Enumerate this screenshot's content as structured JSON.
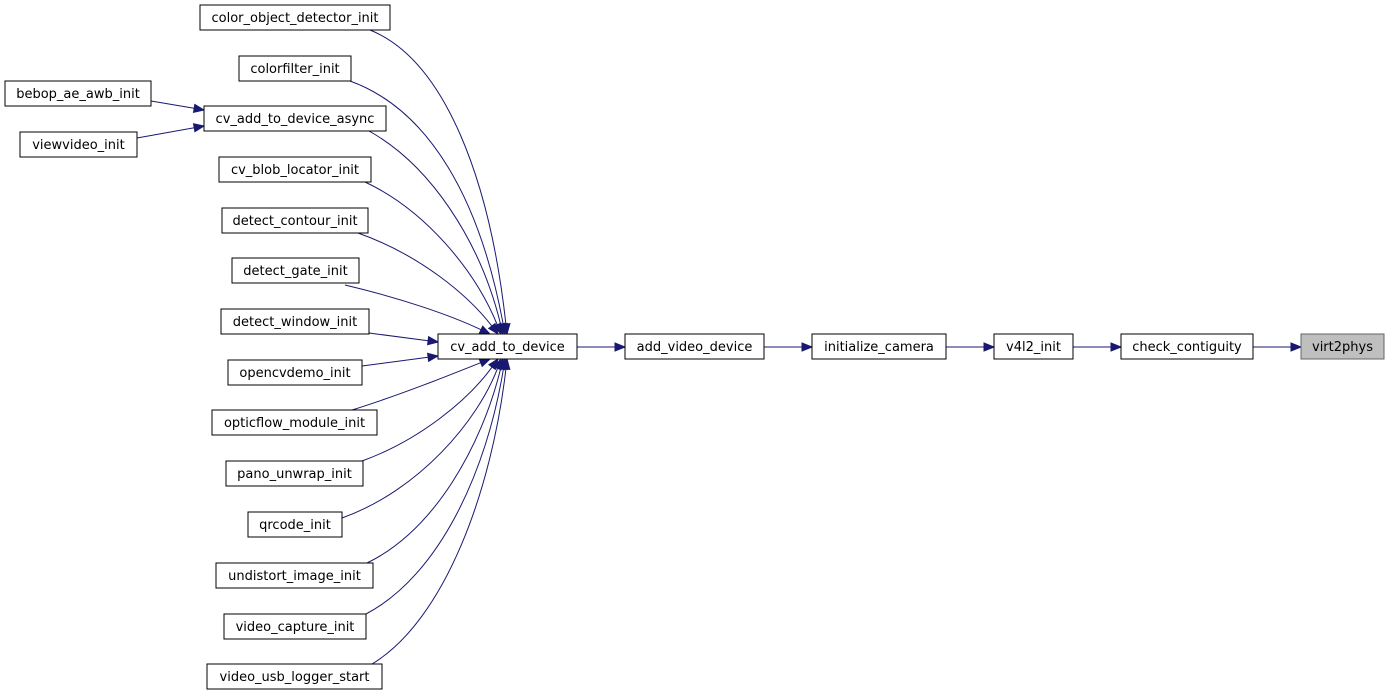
{
  "nodes": [
    {
      "id": "color_object_detector_init",
      "label": "color_object_detector_init"
    },
    {
      "id": "colorfilter_init",
      "label": "colorfilter_init"
    },
    {
      "id": "bebop_ae_awb_init",
      "label": "bebop_ae_awb_init"
    },
    {
      "id": "cv_add_to_device_async",
      "label": "cv_add_to_device_async"
    },
    {
      "id": "viewvideo_init",
      "label": "viewvideo_init"
    },
    {
      "id": "cv_blob_locator_init",
      "label": "cv_blob_locator_init"
    },
    {
      "id": "detect_contour_init",
      "label": "detect_contour_init"
    },
    {
      "id": "detect_gate_init",
      "label": "detect_gate_init"
    },
    {
      "id": "detect_window_init",
      "label": "detect_window_init"
    },
    {
      "id": "cv_add_to_device",
      "label": "cv_add_to_device"
    },
    {
      "id": "add_video_device",
      "label": "add_video_device"
    },
    {
      "id": "initialize_camera",
      "label": "initialize_camera"
    },
    {
      "id": "v4l2_init",
      "label": "v4l2_init"
    },
    {
      "id": "check_contiguity",
      "label": "check_contiguity"
    },
    {
      "id": "virt2phys",
      "label": "virt2phys",
      "current": true
    },
    {
      "id": "opencvdemo_init",
      "label": "opencvdemo_init"
    },
    {
      "id": "opticflow_module_init",
      "label": "opticflow_module_init"
    },
    {
      "id": "pano_unwrap_init",
      "label": "pano_unwrap_init"
    },
    {
      "id": "qrcode_init",
      "label": "qrcode_init"
    },
    {
      "id": "undistort_image_init",
      "label": "undistort_image_init"
    },
    {
      "id": "video_capture_init",
      "label": "video_capture_init"
    },
    {
      "id": "video_usb_logger_start",
      "label": "video_usb_logger_start"
    }
  ],
  "edges": [
    {
      "from": "color_object_detector_init",
      "to": "cv_add_to_device"
    },
    {
      "from": "colorfilter_init",
      "to": "cv_add_to_device"
    },
    {
      "from": "bebop_ae_awb_init",
      "to": "cv_add_to_device_async"
    },
    {
      "from": "viewvideo_init",
      "to": "cv_add_to_device_async"
    },
    {
      "from": "cv_add_to_device_async",
      "to": "cv_add_to_device"
    },
    {
      "from": "cv_blob_locator_init",
      "to": "cv_add_to_device"
    },
    {
      "from": "detect_contour_init",
      "to": "cv_add_to_device"
    },
    {
      "from": "detect_gate_init",
      "to": "cv_add_to_device"
    },
    {
      "from": "detect_window_init",
      "to": "cv_add_to_device"
    },
    {
      "from": "opencvdemo_init",
      "to": "cv_add_to_device"
    },
    {
      "from": "opticflow_module_init",
      "to": "cv_add_to_device"
    },
    {
      "from": "pano_unwrap_init",
      "to": "cv_add_to_device"
    },
    {
      "from": "qrcode_init",
      "to": "cv_add_to_device"
    },
    {
      "from": "undistort_image_init",
      "to": "cv_add_to_device"
    },
    {
      "from": "video_capture_init",
      "to": "cv_add_to_device"
    },
    {
      "from": "video_usb_logger_start",
      "to": "cv_add_to_device"
    },
    {
      "from": "cv_add_to_device",
      "to": "add_video_device"
    },
    {
      "from": "add_video_device",
      "to": "initialize_camera"
    },
    {
      "from": "initialize_camera",
      "to": "v4l2_init"
    },
    {
      "from": "v4l2_init",
      "to": "check_contiguity"
    },
    {
      "from": "check_contiguity",
      "to": "virt2phys"
    }
  ],
  "colors": {
    "edge": "#191970",
    "node_border": "#000000",
    "node_fill": "#ffffff",
    "current_fill": "#bfbfbf",
    "current_border": "#666666"
  }
}
